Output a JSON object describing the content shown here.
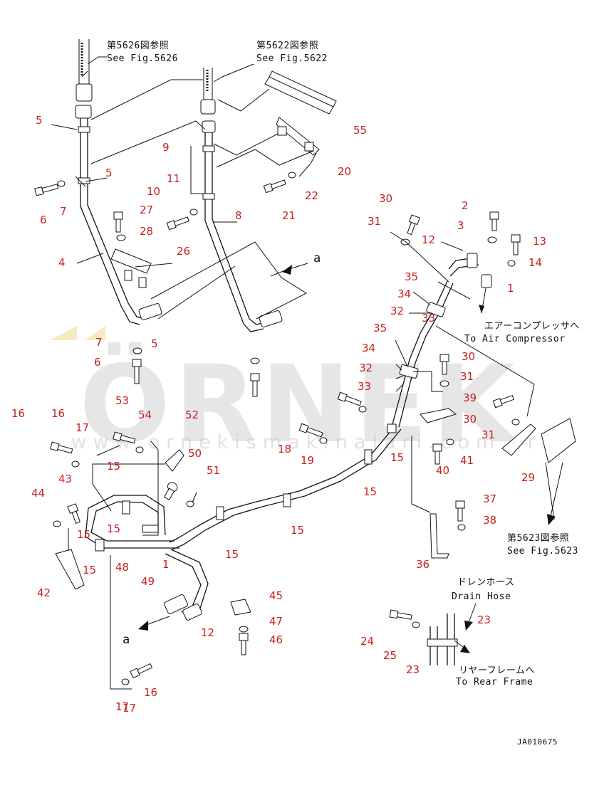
{
  "drawing_code": "JA010675",
  "references": {
    "ref_5626_jp": "第5626図参照",
    "ref_5626_en": "See Fig.5626",
    "ref_5622_jp": "第5622図参照",
    "ref_5622_en": "See Fig.5622",
    "ref_5623_jp": "第5623図参照",
    "ref_5623_en": "See Fig.5623"
  },
  "destinations": {
    "air_compressor_jp": "エアーコンプレッサへ",
    "air_compressor_en": "To Air Compressor",
    "drain_hose_jp": "ドレンホース",
    "drain_hose_en": "Drain Hose",
    "rear_frame_jp": "リヤーフレームへ",
    "rear_frame_en": "To Rear Frame"
  },
  "view_marker": "a",
  "watermark": {
    "main": "ÖRNEK",
    "url": "www.ornekismakinalari.com.tr",
    "color": "#c9c9c9"
  },
  "label_color": "#c8201e",
  "part_labels": [
    "5",
    "5",
    "4",
    "6",
    "7",
    "27",
    "28",
    "26",
    "7",
    "6",
    "5",
    "9",
    "11",
    "10",
    "8",
    "55",
    "20",
    "21",
    "22",
    "30",
    "31",
    "2",
    "3",
    "13",
    "14",
    "12",
    "1",
    "35",
    "34",
    "32",
    "33",
    "35",
    "34",
    "32",
    "33",
    "30",
    "31",
    "39",
    "30",
    "31",
    "29",
    "16",
    "17",
    "53",
    "54",
    "52",
    "50",
    "51",
    "18",
    "19",
    "15",
    "15",
    "16",
    "17",
    "40",
    "41",
    "43",
    "44",
    "15",
    "15",
    "15",
    "15",
    "15",
    "15",
    "48",
    "49",
    "1",
    "42",
    "12",
    "45",
    "47",
    "46",
    "16",
    "17",
    "37",
    "38",
    "36",
    "24",
    "25",
    "23",
    "23"
  ]
}
